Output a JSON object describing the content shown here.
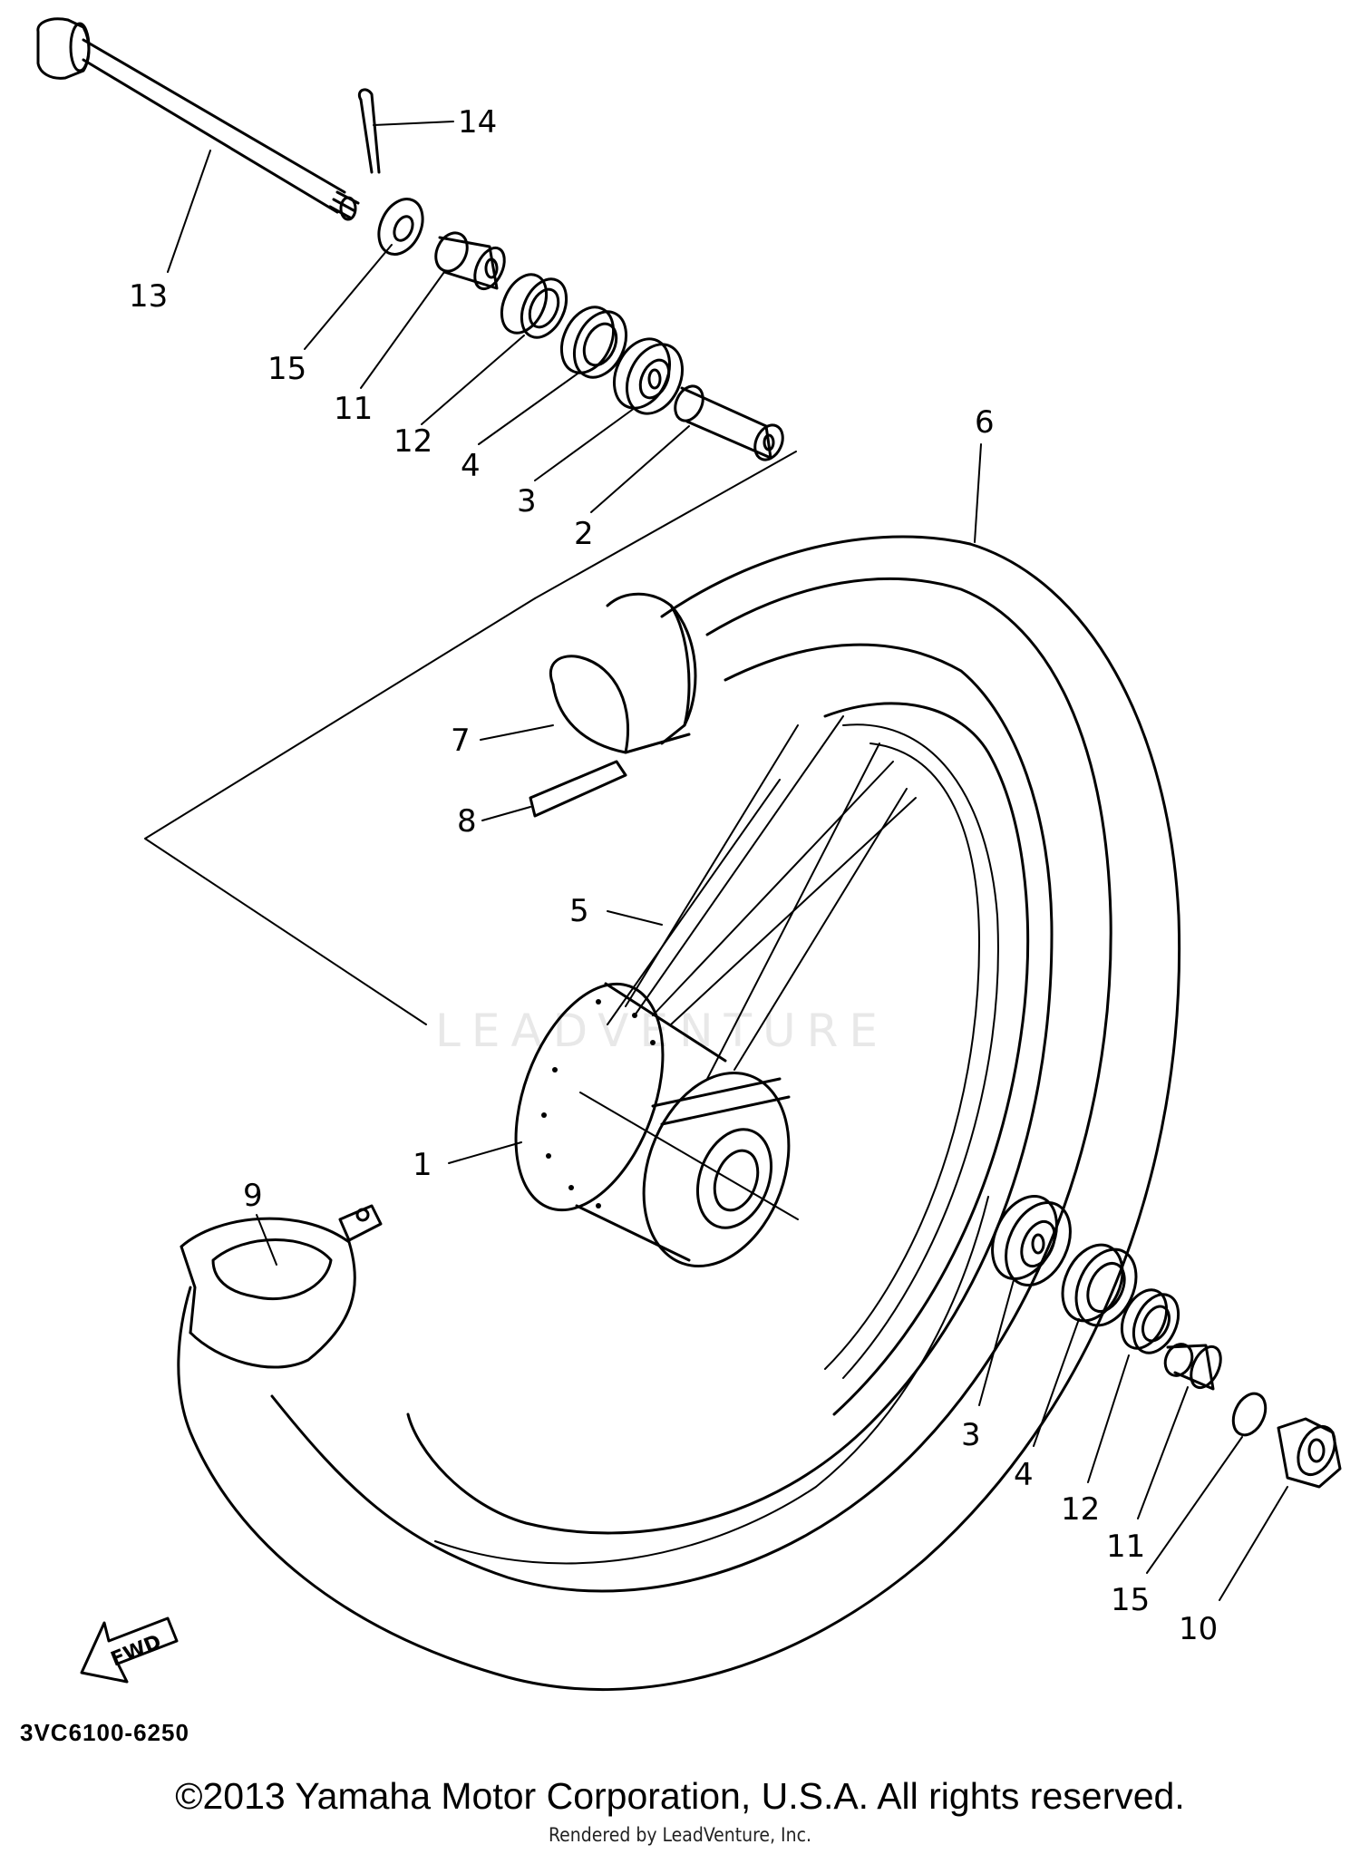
{
  "diagram": {
    "part_number": "3VC6100-6250",
    "copyright": "©2013 Yamaha Motor Corporation, U.S.A. All rights reserved.",
    "rendered_by": "Rendered by LeadVenture, Inc.",
    "watermark": "LEADVENTURE",
    "fwd_label": "FWD",
    "callouts": [
      "14",
      "13",
      "15",
      "11",
      "12",
      "4",
      "3",
      "2",
      "6",
      "7",
      "8",
      "5",
      "1",
      "9",
      "3",
      "4",
      "12",
      "11",
      "15",
      "10"
    ]
  }
}
